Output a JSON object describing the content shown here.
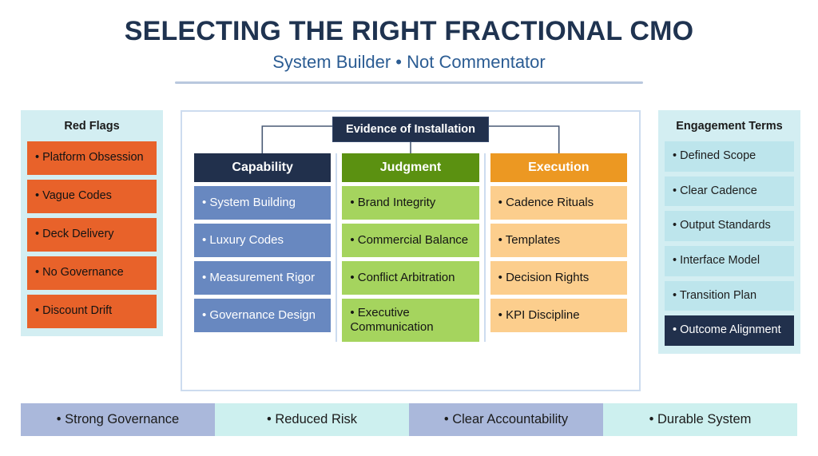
{
  "header": {
    "title": "SELECTING THE RIGHT FRACTIONAL CMO",
    "subtitle": "System Builder • Not Commentator"
  },
  "left_panel": {
    "heading": "Red Flags",
    "items": [
      "• Platform Obsession",
      "• Vague Codes",
      "• Deck Delivery",
      "• No Governance",
      "• Discount Drift"
    ]
  },
  "center_panel": {
    "evidence_label": "Evidence of Installation",
    "columns": [
      {
        "heading": "Capability",
        "items": [
          "• System Building",
          "• Luxury Codes",
          "• Measurement Rigor",
          "• Governance Design"
        ]
      },
      {
        "heading": "Judgment",
        "items": [
          "• Brand Integrity",
          "• Commercial Balance",
          "• Conflict Arbitration",
          "• Executive Communication"
        ]
      },
      {
        "heading": "Execution",
        "items": [
          "• Cadence Rituals",
          "• Templates",
          "• Decision Rights",
          "• KPI Discipline"
        ]
      }
    ]
  },
  "right_panel": {
    "heading": "Engagement Terms",
    "items": [
      "• Defined Scope",
      "• Clear Cadence",
      "• Output Standards",
      "• Interface Model",
      "• Transition Plan",
      "• Outcome Alignment"
    ],
    "highlight_index": 5
  },
  "bottom_bar": {
    "outcomes": [
      "• Strong Governance",
      "• Reduced Risk",
      "• Clear Accountability",
      "• Durable System"
    ]
  },
  "colors": {
    "navy": "#21304c",
    "title_navy": "#1f3350",
    "subtitle_blue": "#2b5c93",
    "cyan_panel": "#d3eef2",
    "orange_flag": "#e8622a",
    "cyan_term": "#bde5ec",
    "cap_body": "#6888c0",
    "jud_head": "#5b9111",
    "jud_body": "#a5d45e",
    "exe_head": "#ec9822",
    "exe_body": "#fcce8d",
    "border_blue": "#cddcef",
    "outcome_blue": "#aab8db",
    "outcome_cyan": "#cdf0ef"
  }
}
